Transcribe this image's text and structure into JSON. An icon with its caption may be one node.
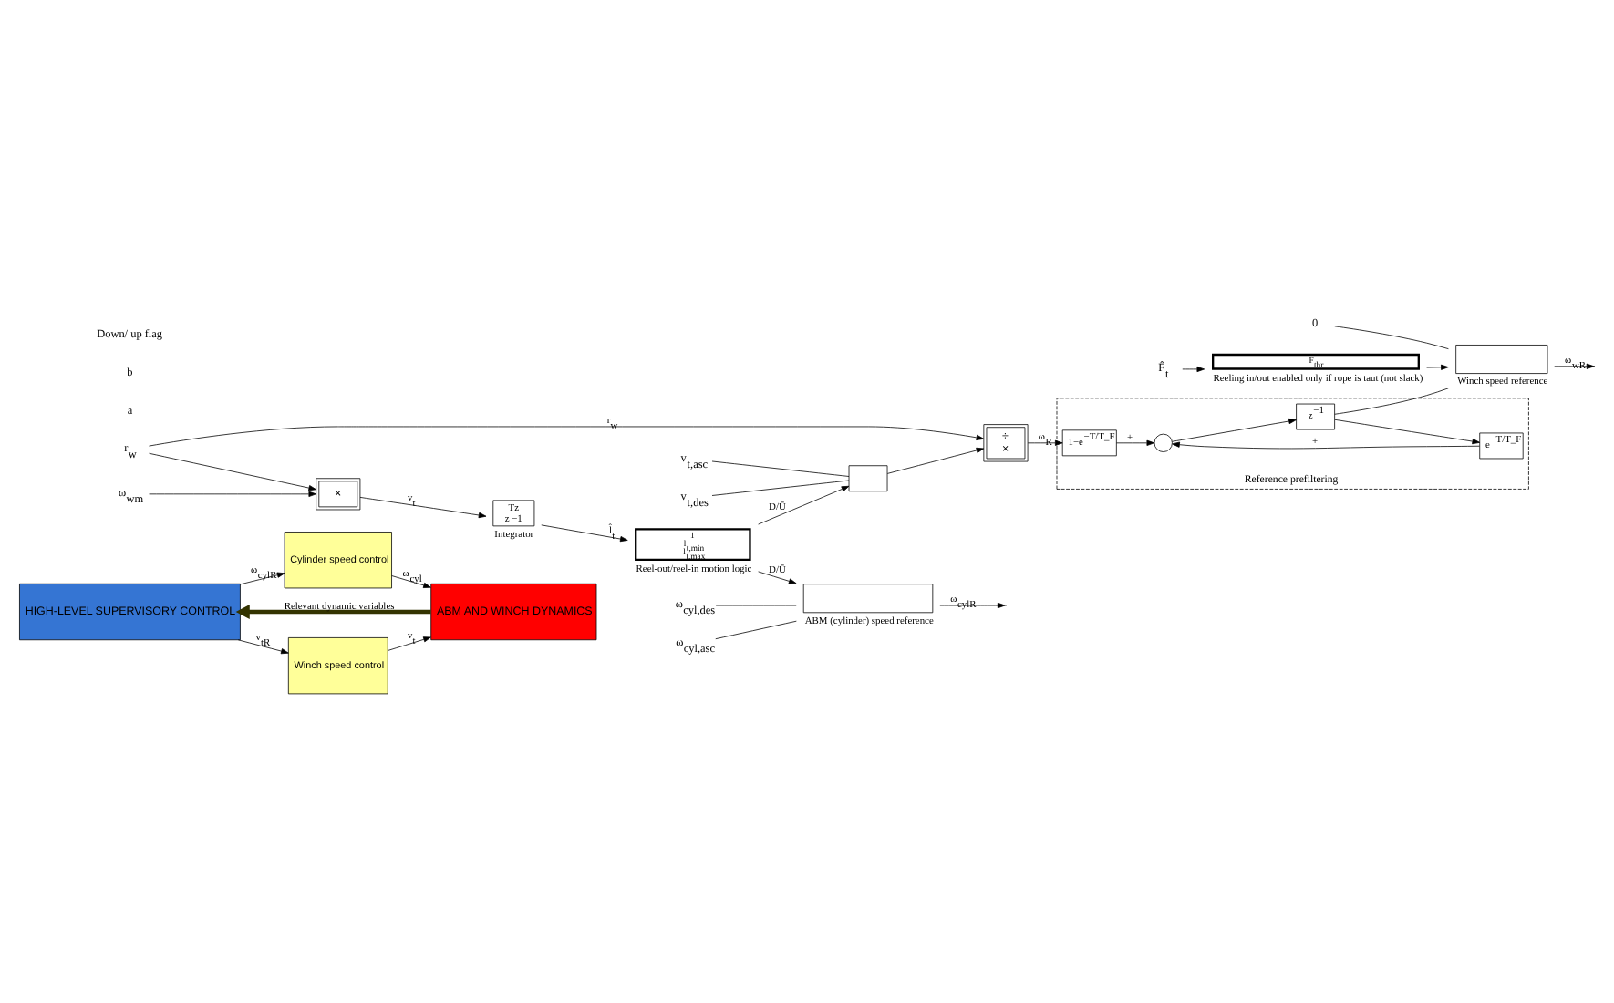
{
  "diagram": {
    "nodes": [
      {
        "text": [
          "HIGH-LEVEL SUPERVISORY CONTROL"
        ]
      },
      {
        "text": [
          "Winch speed control"
        ]
      },
      {
        "text": [
          "Cylinder speed control"
        ]
      },
      {
        "text": [
          "ABM AND WINCH DYNAMICS"
        ]
      },
      {
        "text": [
          "F̂$_{t}$"
        ]
      },
      {
        "text": [
          "F$_{thr}$"
        ],
        "beside": [
          "Reeling in/out enabled only if rope is taut (not slack)"
        ]
      },
      {
        "text": [
          "r$_{w}$"
        ]
      },
      {
        "text": [
          "ω$_{wm}$"
        ]
      },
      {
        "text": [
          "×"
        ]
      },
      {
        "text": [
          "Tz",
          "z −1"
        ],
        "beside": [
          "Integrator"
        ]
      },
      {
        "text": [
          "1",
          "l$_{t,min}$",
          "l$_{t,max}$"
        ],
        "beside": [
          "Reel-out/reel-in motion logic"
        ]
      },
      {
        "text": [
          "v$_{t,des}$"
        ]
      },
      {
        "text": [
          "v$_{t,asc}$"
        ]
      },
      {
        "text": [],
        "shape": "box"
      },
      {
        "text": [
          "÷",
          "×"
        ]
      },
      {
        "text": [
          "Reference prefiltering"
        ]
      },
      {
        "text": [
          "1−e$^{−T/T_F}$"
        ],
        "in": 15
      },
      {
        "text": [],
        "shape": "circle",
        "in": 15
      },
      {
        "text": [
          "z$^{−1}$"
        ],
        "in": 15
      },
      {
        "text": [
          "e$^{−T/T_F}$"
        ],
        "in": 15
      },
      {
        "text": [
          "0"
        ]
      },
      {
        "text": [],
        "shape": "box",
        "beside": [
          "Winch speed reference"
        ]
      },
      {
        "text": [
          "ω$_{cyl,asc}$"
        ]
      },
      {
        "text": [
          "ω$_{cyl,des}$"
        ]
      },
      {
        "text": [],
        "shape": "box",
        "beside": [
          "ABM (cylinder) speed reference"
        ]
      }
    ],
    "edges": [
      {
        "from": 0,
        "to": 1,
        "arrow": "to",
        "label": "v$_{tR}$"
      },
      {
        "from": 1,
        "to": 3,
        "arrow": "to",
        "label": "v$_{t}$"
      },
      {
        "from": 0,
        "to": 2,
        "arrow": "to",
        "label": "ω$_{cylR}$"
      },
      {
        "from": 2,
        "to": 3,
        "arrow": "to",
        "label": "ω$_{cyl}$"
      },
      {
        "from": 3,
        "to": 0,
        "arrow": "to",
        "label": "Relevant dynamic variables",
        "style": "thick",
        "color": "#333300"
      },
      {
        "from": 4,
        "to": 5,
        "arrow": "to"
      },
      {
        "from": 5,
        "to": 21,
        "arrow": "to"
      },
      {
        "from": 6,
        "to": 8,
        "arrow": "to"
      },
      {
        "from": 6,
        "to": 14,
        "arrow": "to",
        "label": "r$_{w}$"
      },
      {
        "from": 7,
        "to": 8,
        "arrow": "to"
      },
      {
        "from": 8,
        "to": 9,
        "arrow": "to",
        "label": "v$_{t}$"
      },
      {
        "from": 9,
        "to": 10,
        "arrow": "to",
        "label": "l̂$_{t}$"
      },
      {
        "from": 10,
        "to": 13,
        "arrow": "to",
        "label": "D/Ū"
      },
      {
        "from": 10,
        "to": 24,
        "arrow": "to",
        "label": "D/Ū"
      },
      {
        "from": 11,
        "to": 13,
        "arrow": "none"
      },
      {
        "from": 12,
        "to": 13,
        "arrow": "none"
      },
      {
        "from": 13,
        "to": 14,
        "arrow": "to"
      },
      {
        "from": 14,
        "to": 16,
        "arrow": "to",
        "label": "ω$_{R}$"
      },
      {
        "from": 16,
        "to": 17,
        "arrow": "to",
        "label": "+"
      },
      {
        "from": 17,
        "to": 18,
        "arrow": "to"
      },
      {
        "from": 18,
        "to": 19,
        "arrow": "to"
      },
      {
        "from": 19,
        "to": 17,
        "arrow": "to",
        "label": "+"
      },
      {
        "from": 18,
        "to": 21,
        "arrow": "none"
      },
      {
        "from": 20,
        "to": 21,
        "arrow": "none"
      },
      {
        "from": 21,
        "to": null,
        "arrow": "to",
        "label": "ω$_{wR}$"
      },
      {
        "from": 22,
        "to": 24,
        "arrow": "none"
      },
      {
        "from": 23,
        "to": 24,
        "arrow": "none"
      },
      {
        "from": 24,
        "to": null,
        "arrow": "to",
        "label": "ω$_{cylR}$"
      }
    ],
    "labels": [
      "a",
      "b",
      "Down/ up flag"
    ]
  }
}
